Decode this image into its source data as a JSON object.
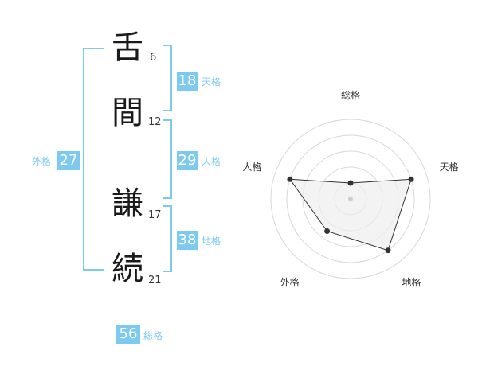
{
  "name": {
    "characters": [
      {
        "char": "舌",
        "strokes": "6"
      },
      {
        "char": "間",
        "strokes": "12"
      },
      {
        "char": "謙",
        "strokes": "17"
      },
      {
        "char": "続",
        "strokes": "21"
      }
    ]
  },
  "scores": {
    "tenkaku": {
      "value": "18",
      "label": "天格"
    },
    "jinkaku": {
      "value": "29",
      "label": "人格"
    },
    "chikaku": {
      "value": "38",
      "label": "地格"
    },
    "gaikaku": {
      "value": "27",
      "label": "外格"
    },
    "soukaku": {
      "value": "56",
      "label": "総格"
    }
  },
  "colors": {
    "accent": "#7ccaf0",
    "radar_fill": "#eeeeee",
    "radar_stroke": "#333333"
  },
  "chart_data": {
    "type": "radar",
    "axes": [
      "総格",
      "天格",
      "地格",
      "外格",
      "人格"
    ],
    "values": [
      0.2,
      0.8,
      0.8,
      0.5,
      0.8
    ],
    "range": [
      0,
      1
    ],
    "rings": 5
  }
}
